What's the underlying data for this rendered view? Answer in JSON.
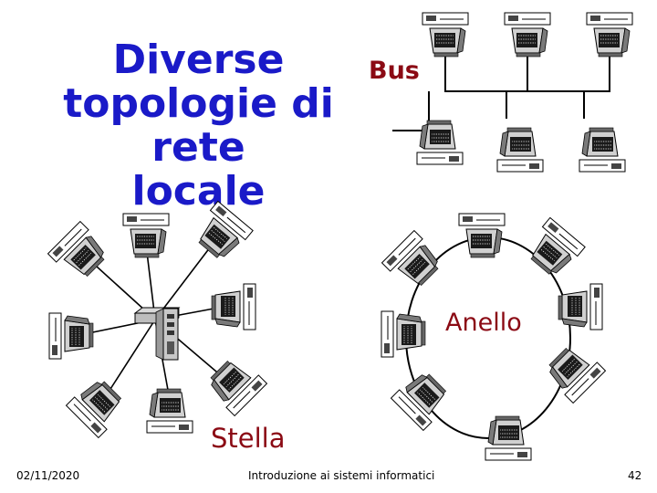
{
  "slide": {
    "title_lines": [
      "Diverse",
      "topologie di rete",
      "locale"
    ],
    "labels": {
      "bus": "Bus",
      "ring": "Anello",
      "star": "Stella"
    }
  },
  "footer": {
    "date": "02/11/2020",
    "course": "Introduzione ai sistemi informatici",
    "page": "42"
  },
  "icons": {
    "computer": "desktop-computer-icon",
    "hub": "network-hub-icon",
    "server": "server-tower-icon"
  }
}
